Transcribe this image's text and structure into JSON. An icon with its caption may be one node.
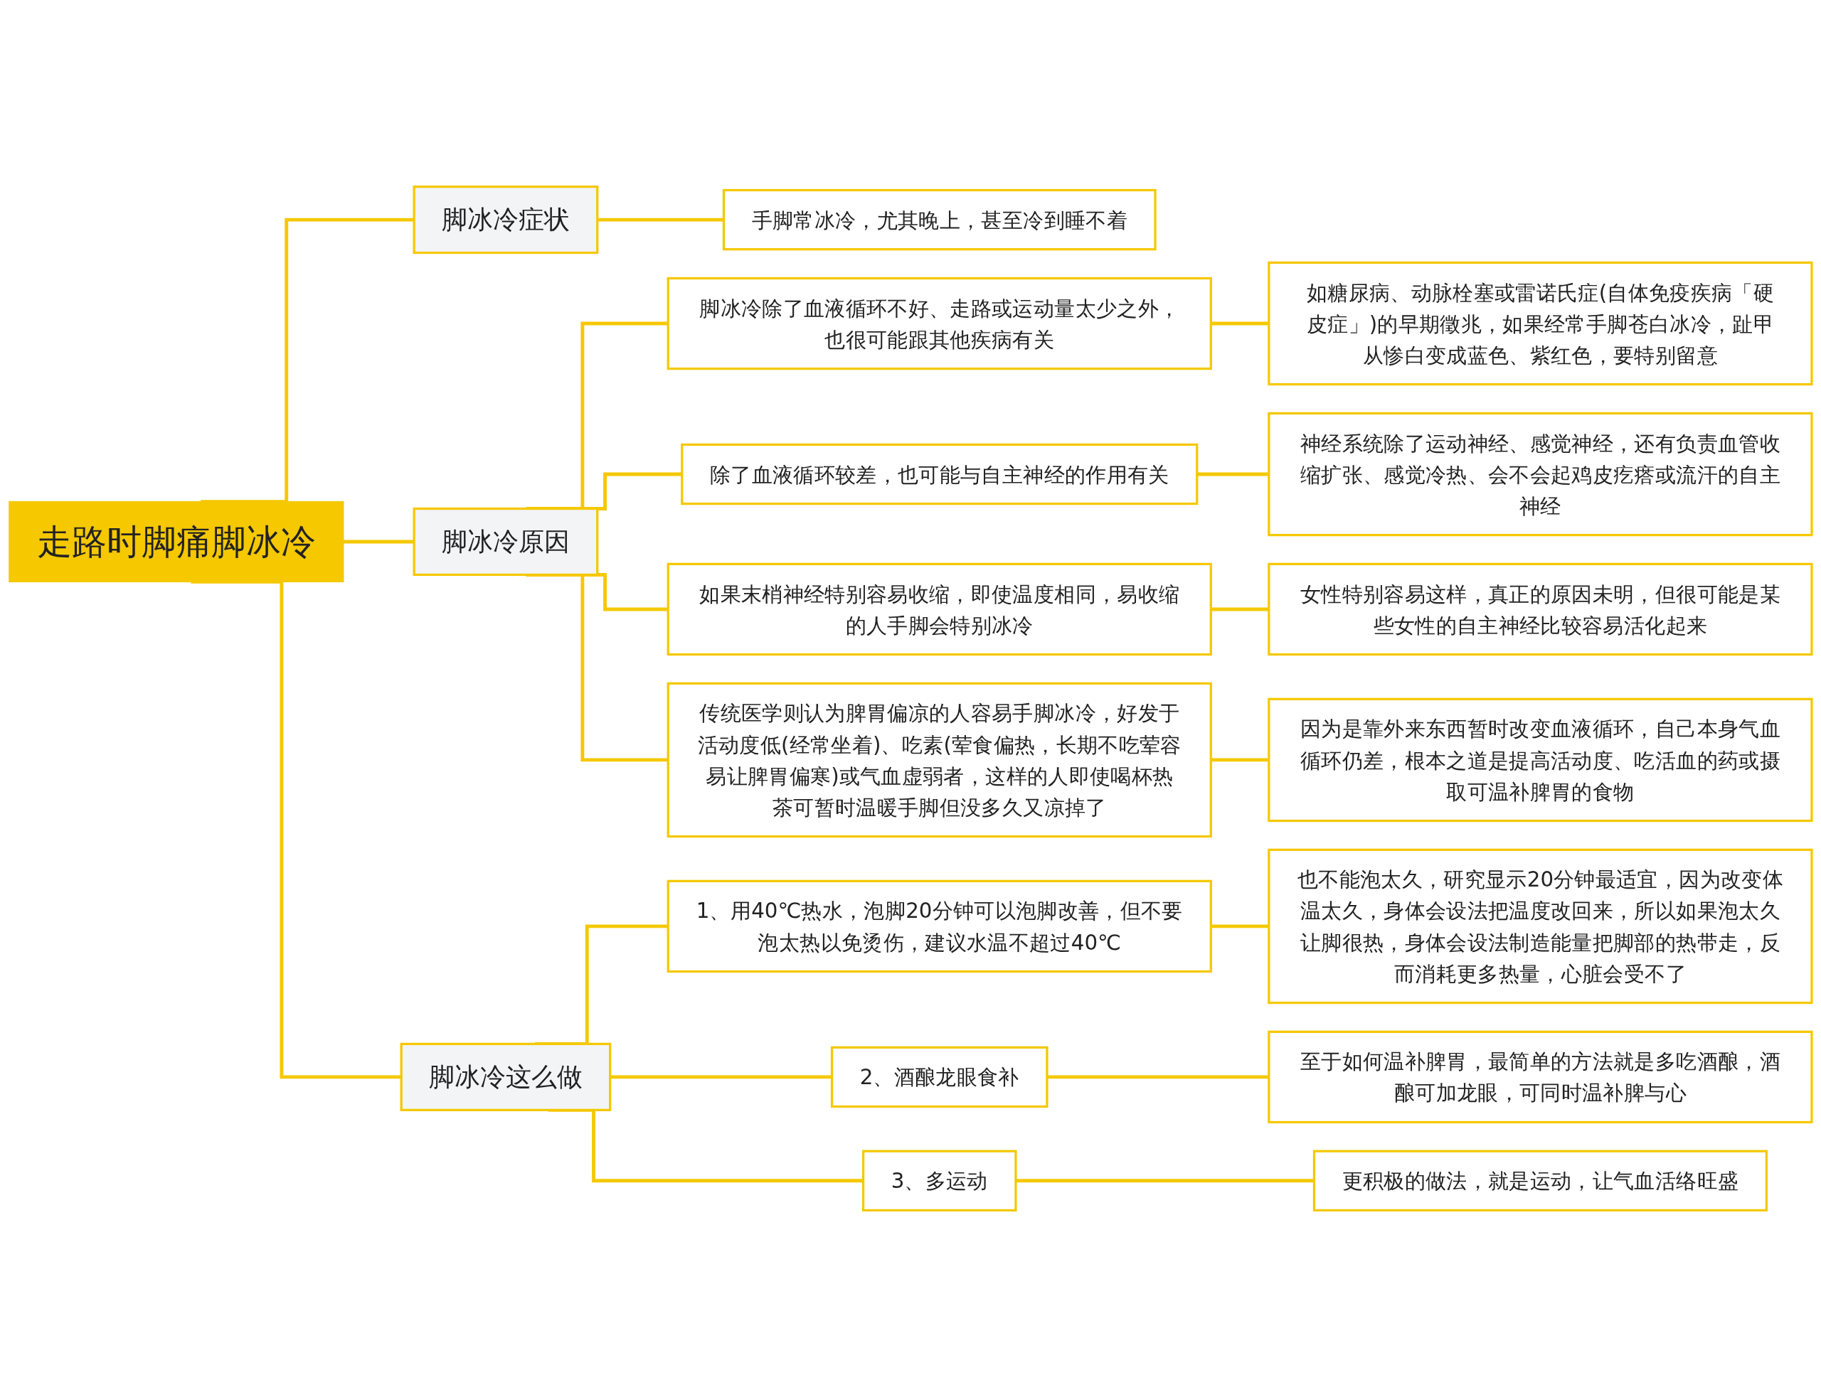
{
  "diagram": {
    "nodes": [
      {
        "text": [
          "走路时脚痛脚冰冷"
        ]
      },
      {
        "text": [
          "脚冰冷症状"
        ]
      },
      {
        "text": [
          "手脚常冰冷，尤其晚上，甚至冷到睡不着"
        ]
      },
      {
        "text": [
          "脚冰冷原因"
        ]
      },
      {
        "text": [
          "脚冰冷除了血液循环不好、走路或运动量太少之外，也很可能跟其他疾病有关"
        ]
      },
      {
        "text": [
          "如糖尿病、动脉栓塞或雷诺氏症(自体免疫疾病「硬皮症」)的早期徵兆，如果经常手脚苍白冰冷，趾甲从惨白变成蓝色、紫红色，要特别留意"
        ]
      },
      {
        "text": [
          "除了血液循环较差，也可能与自主神经的作用有关"
        ]
      },
      {
        "text": [
          "神经系统除了运动神经、感觉神经，还有负责血管收缩扩张、感觉冷热、会不会起鸡皮疙瘩或流汗的自主神经"
        ]
      },
      {
        "text": [
          "如果末梢神经特别容易收缩，即使温度相同，易收缩的人手脚会特别冰冷"
        ]
      },
      {
        "text": [
          "女性特别容易这样，真正的原因未明，但很可能是某些女性的自主神经比较容易活化起来"
        ]
      },
      {
        "text": [
          "传统医学则认为脾胃偏凉的人容易手脚冰冷，好发于活动度低(经常坐着)、吃素(荤食偏热，长期不吃荤容易让脾胃偏寒)或气血虚弱者，这样的人即使喝杯热茶可暂时温暖手脚但没多久又凉掉了"
        ]
      },
      {
        "text": [
          "因为是靠外来东西暂时改变血液循环，自己本身气血循环仍差，根本之道是提高活动度、吃活血的药或摄取可温补脾胃的食物"
        ]
      },
      {
        "text": [
          "脚冰冷这么做"
        ]
      },
      {
        "text": [
          "1、用40℃热水，泡脚20分钟可以泡脚改善，但不要泡太热以免烫伤，建议水温不超过40℃"
        ]
      },
      {
        "text": [
          "也不能泡太久，研究显示20分钟最适宜，因为改变体温太久，身体会设法把温度改回来，所以如果泡太久让脚很热，身体会设法制造能量把脚部的热带走，反而消耗更多热量，心脏会受不了"
        ]
      },
      {
        "text": [
          "2、酒酿龙眼食补"
        ]
      },
      {
        "text": [
          "至于如何温补脾胃，最简单的方法就是多吃酒酿，酒酿可加龙眼，可同时温补脾与心"
        ]
      },
      {
        "text": [
          "3、多运动"
        ]
      },
      {
        "text": [
          "更积极的做法，就是运动，让气血活络旺盛"
        ]
      }
    ],
    "edges": [
      {
        "from": 0,
        "to": 1,
        "arrow": "none"
      },
      {
        "from": 1,
        "to": 2,
        "arrow": "none"
      },
      {
        "from": 0,
        "to": 3,
        "arrow": "none"
      },
      {
        "from": 3,
        "to": 4,
        "arrow": "none"
      },
      {
        "from": 4,
        "to": 5,
        "arrow": "none"
      },
      {
        "from": 3,
        "to": 6,
        "arrow": "none"
      },
      {
        "from": 6,
        "to": 7,
        "arrow": "none"
      },
      {
        "from": 3,
        "to": 8,
        "arrow": "none"
      },
      {
        "from": 8,
        "to": 9,
        "arrow": "none"
      },
      {
        "from": 3,
        "to": 10,
        "arrow": "none"
      },
      {
        "from": 10,
        "to": 11,
        "arrow": "none"
      },
      {
        "from": 0,
        "to": 12,
        "arrow": "none"
      },
      {
        "from": 12,
        "to": 13,
        "arrow": "none"
      },
      {
        "from": 13,
        "to": 14,
        "arrow": "none"
      },
      {
        "from": 12,
        "to": 15,
        "arrow": "none"
      },
      {
        "from": 15,
        "to": 16,
        "arrow": "none"
      },
      {
        "from": 12,
        "to": 17,
        "arrow": "none"
      },
      {
        "from": 17,
        "to": 18,
        "arrow": "none"
      }
    ]
  }
}
